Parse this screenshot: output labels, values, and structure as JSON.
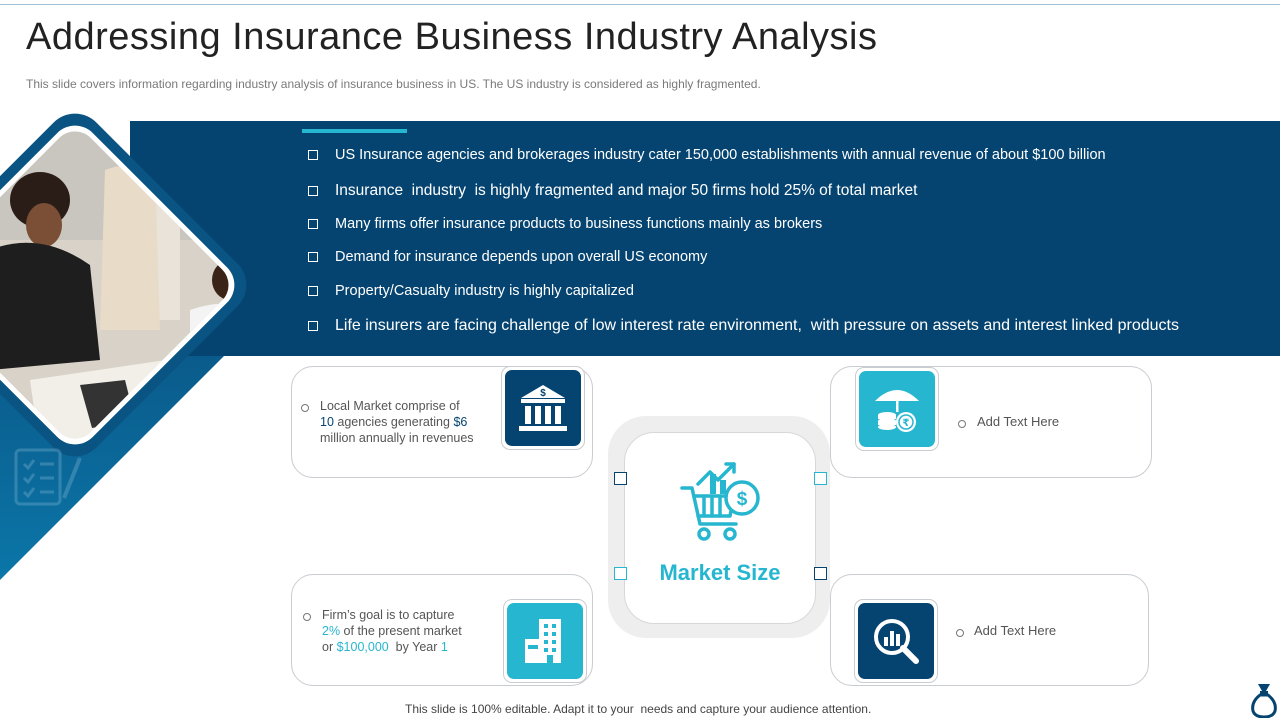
{
  "title": "Addressing Insurance Business Industry Analysis",
  "subtitle": "This slide covers information regarding industry analysis of insurance business in US. The US industry is considered as highly fragmented.",
  "bullets": [
    "US Insurance agencies and brokerages industry cater 150,000 establishments with annual revenue of about $100 billion",
    "Insurance  industry  is highly fragmented and major 50 firms hold 25% of total market",
    "Many firms offer insurance products to business functions mainly as brokers",
    "Demand for insurance depends upon overall US economy",
    "Property/Casualty industry is highly capitalized",
    "Life insurers are facing challenge of low interest rate environment,  with pressure on assets and interest linked products"
  ],
  "cards": {
    "top_left": {
      "line1": "Local Market comprise of",
      "num1": "10",
      "line2_mid": " agencies generating ",
      "num2": "$6",
      "line3": "million annually in revenues",
      "icon": "bank-icon"
    },
    "bottom_left": {
      "line1": "Firm’s goal is to capture",
      "num1": "2%",
      "line2_rest": " of the present market",
      "line3_pre": "or ",
      "num2": "$100,000",
      "line3_mid": "  by Year ",
      "num3": "1",
      "icon": "building-icon"
    },
    "top_right": {
      "text": "Add Text Here",
      "icon": "umbrella-coins-icon"
    },
    "bottom_right": {
      "text": "Add Text Here",
      "icon": "magnifier-chart-icon"
    }
  },
  "center": {
    "label": "Market Size",
    "icon": "shopping-cart-growth-icon"
  },
  "footer": "This slide is 100% editable. Adapt it to your  needs and capture your audience attention.",
  "colors": {
    "dark_blue": "#054470",
    "teal": "#27b6cf"
  }
}
